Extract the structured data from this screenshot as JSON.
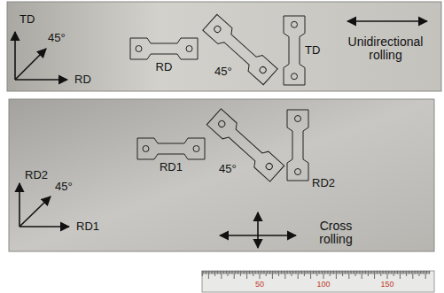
{
  "diagram": {
    "nodes": [
      {
        "text": [
          "Unidirectional rolling"
        ]
      },
      {
        "text": [
          "RD"
        ],
        "in": 0
      },
      {
        "text": [
          "45°"
        ],
        "in": 0
      },
      {
        "text": [
          "TD"
        ],
        "in": 0
      },
      {
        "text": [
          "Cross rolling"
        ]
      },
      {
        "text": [
          "RD1"
        ],
        "in": 4
      },
      {
        "text": [
          "45°"
        ],
        "in": 4
      },
      {
        "text": [
          "RD2"
        ],
        "in": 4
      }
    ],
    "labels": [
      "TD",
      "45°",
      "RD",
      "RD2",
      "45°",
      "RD1",
      "50",
      "100",
      "150"
    ]
  }
}
